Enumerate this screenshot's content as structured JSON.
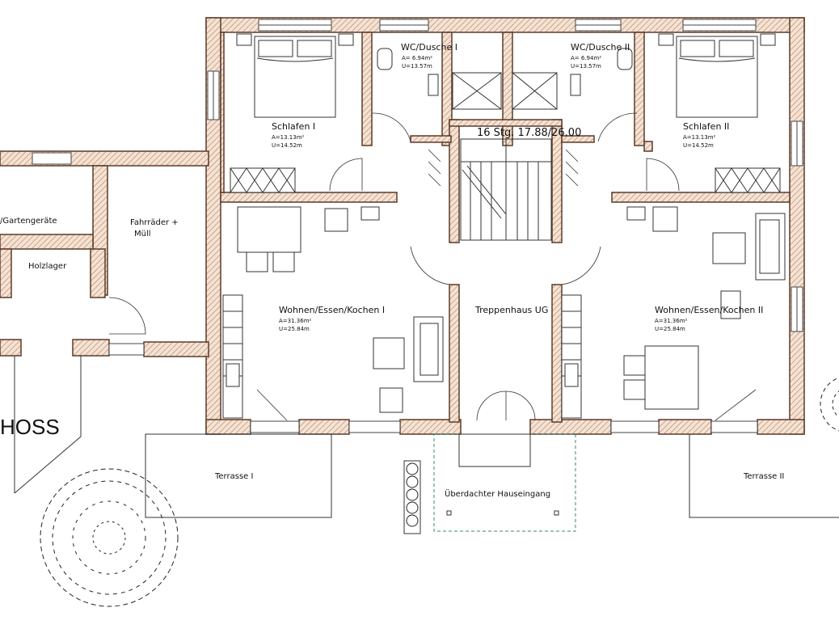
{
  "rooms": {
    "schlafen1": {
      "name": "Schlafen I",
      "area": "A=13.13m²",
      "perimeter": "U=14.52m"
    },
    "schlafen2": {
      "name": "Schlafen II",
      "area": "A=13.13m²",
      "perimeter": "U=14.52m"
    },
    "wc1": {
      "name": "WC/Dusche I",
      "area": "A= 6.94m²",
      "perimeter": "U=13.57m"
    },
    "wc2": {
      "name": "WC/Dusche II",
      "area": "A= 6.94m²",
      "perimeter": "U=13.57m"
    },
    "wohnen1": {
      "name": "Wohnen/Essen/Kochen I",
      "area": "A=31.36m²",
      "perimeter": "U=25.84m"
    },
    "wohnen2": {
      "name": "Wohnen/Essen/Kochen II",
      "area": "A=31.36m²",
      "perimeter": "U=25.84m"
    },
    "treppenhaus": {
      "name": "Treppenhaus UG"
    },
    "gartengeraete": {
      "name": "/Gartengeräte"
    },
    "fahrraeder": {
      "name": "Fahrräder +",
      "name2": "Müll"
    },
    "holzlager": {
      "name": "Holzlager"
    },
    "terrasse1": {
      "name": "Terrasse I"
    },
    "terrasse2": {
      "name": "Terrasse II"
    },
    "eingang": {
      "name": "Überdachter Hauseingang"
    }
  },
  "stairs": {
    "label": "16 Stg. 17.88/26.00"
  },
  "cut_text": "HOSS"
}
